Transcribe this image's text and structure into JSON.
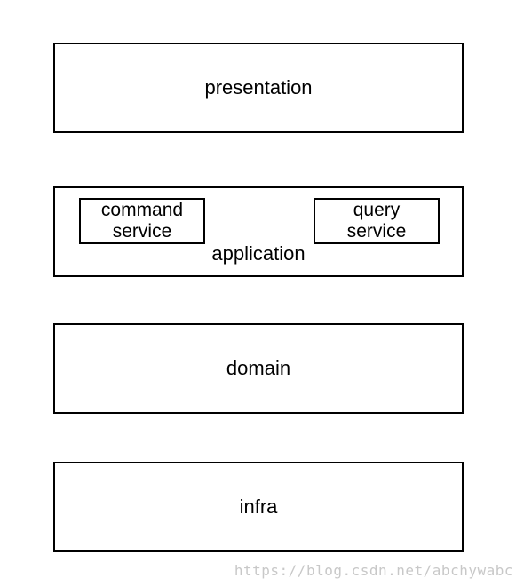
{
  "layers": {
    "presentation": {
      "label": "presentation"
    },
    "application": {
      "label": "application",
      "services": {
        "command": {
          "line1": "command",
          "line2": "service"
        },
        "query": {
          "line1": "query",
          "line2": "service"
        }
      }
    },
    "domain": {
      "label": "domain"
    },
    "infra": {
      "label": "infra"
    }
  },
  "watermark": "https://blog.csdn.net/abchywabc"
}
